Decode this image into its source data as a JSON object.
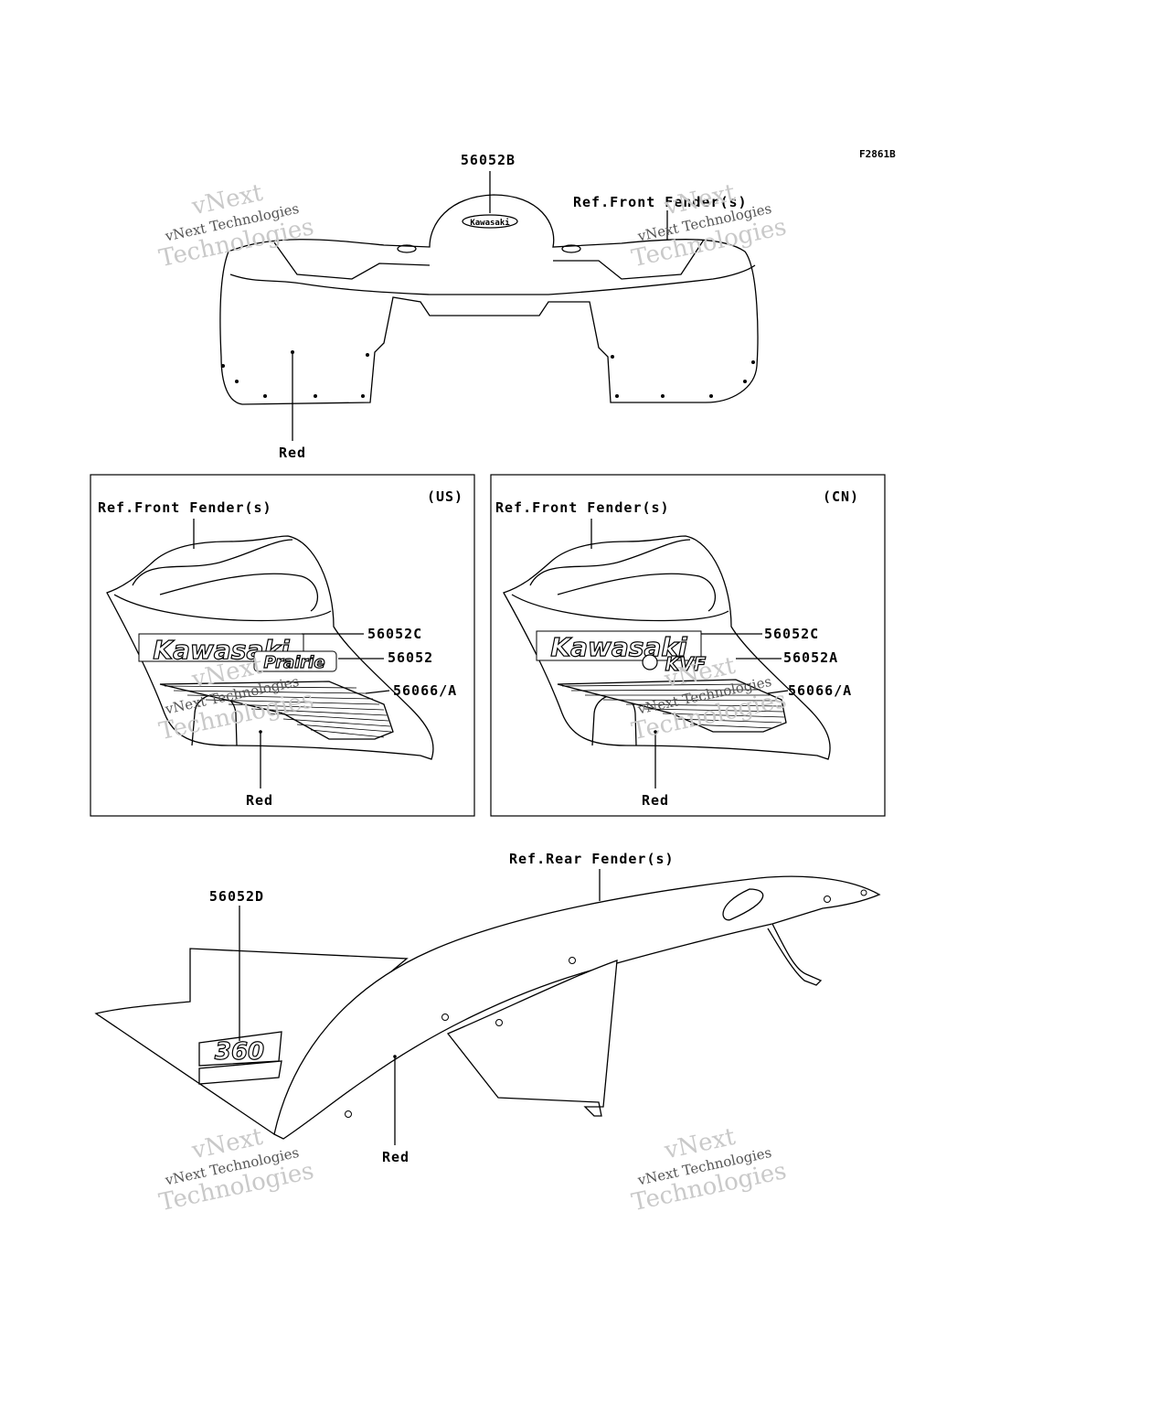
{
  "figure_code": "F2861B",
  "top": {
    "part_label": "56052B",
    "ref_label": "Ref.Front Fender(s)",
    "color_label": "Red",
    "badge_text": "Kawasaki"
  },
  "panel_us": {
    "region": "(US)",
    "ref_label": "Ref.Front Fender(s)",
    "callouts": [
      "56052C",
      "56052",
      "56066/A"
    ],
    "color_label": "Red",
    "decal_main": "Kawasaki",
    "decal_model": "Prairie"
  },
  "panel_cn": {
    "region": "(CN)",
    "ref_label": "Ref.Front Fender(s)",
    "callouts": [
      "56052C",
      "56052A",
      "56066/A"
    ],
    "color_label": "Red",
    "decal_main": "Kawasaki",
    "decal_model": "KVF"
  },
  "rear": {
    "ref_label": "Ref.Rear Fender(s)",
    "part_label": "56052D",
    "color_label": "Red",
    "decal_number": "360"
  },
  "watermark": {
    "line1": "vNext",
    "line2": "vNext Technologies",
    "line3": "Technologies"
  }
}
